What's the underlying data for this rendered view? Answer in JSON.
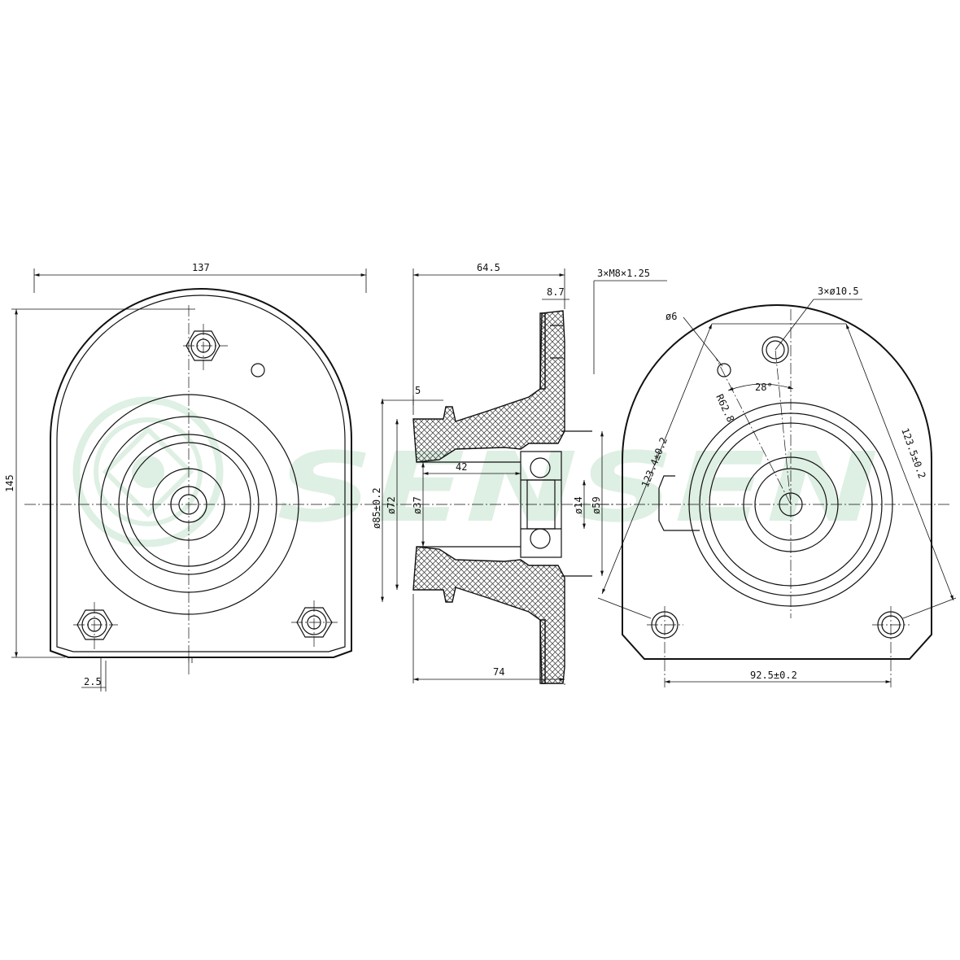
{
  "watermark": {
    "text": "SENSEN",
    "color": "#3aa35a"
  },
  "line_color": "#111111",
  "front_view": {
    "width": "137",
    "height": "145",
    "offset": "2.5"
  },
  "section_view": {
    "overall_top": "64.5",
    "thread": "3×M8×1.25",
    "flange_thickness": "8.7",
    "lip": "5",
    "inner_depth": "42",
    "dia_outer": "ø85±0.2",
    "dia_72": "ø72",
    "dia_37": "ø37",
    "dia_14": "ø14",
    "dia_59": "ø59",
    "overall_bottom": "74"
  },
  "rear_view": {
    "small_hole": "ø6",
    "holes": "3×ø10.5",
    "angle": "28°",
    "radius": "R62.8",
    "diag_left": "123.4±0.2",
    "diag_right": "123.5±0.2",
    "hole_spacing": "92.5±0.2"
  }
}
